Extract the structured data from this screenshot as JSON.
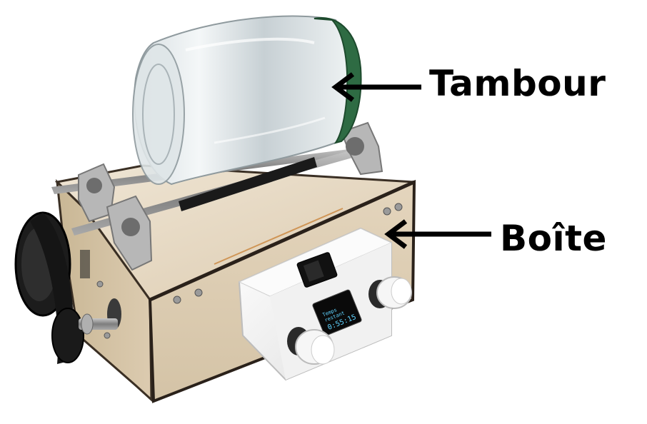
{
  "callouts": {
    "drum_label": "Tambour",
    "box_label": "Boîte"
  },
  "display": {
    "line1": "Temps",
    "line2": "restant",
    "time": "0:55:15"
  },
  "icons": {
    "arrow": "arrow-left-icon"
  },
  "colors": {
    "wood": "#e6d9c4",
    "wood_dark": "#cdb995",
    "jar_lid": "#2e6b43",
    "enclosure": "#f4f4f2",
    "oled_text": "#5fd3ff"
  }
}
